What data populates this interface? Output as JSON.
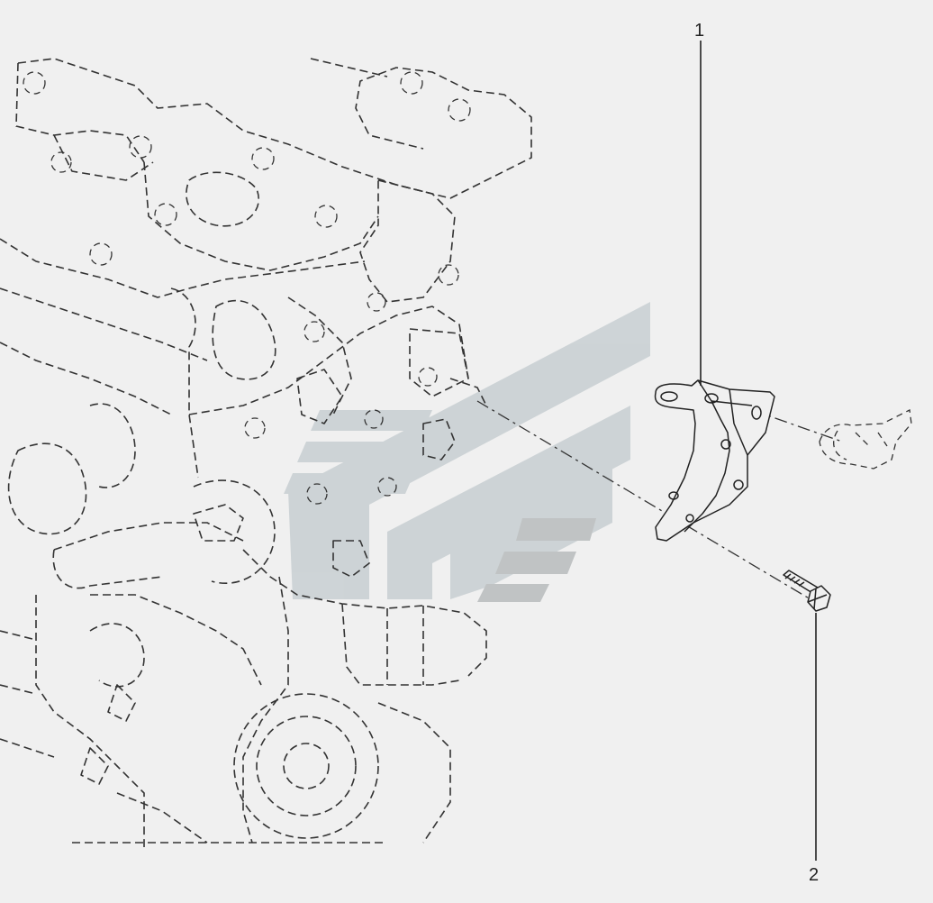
{
  "callouts": [
    {
      "id": "1",
      "label": "1",
      "part": "bracket"
    },
    {
      "id": "2",
      "label": "2",
      "part": "bolt"
    }
  ],
  "colors": {
    "background": "#f0f0f0",
    "line": "#222222",
    "watermark": "#c8cfd2"
  }
}
